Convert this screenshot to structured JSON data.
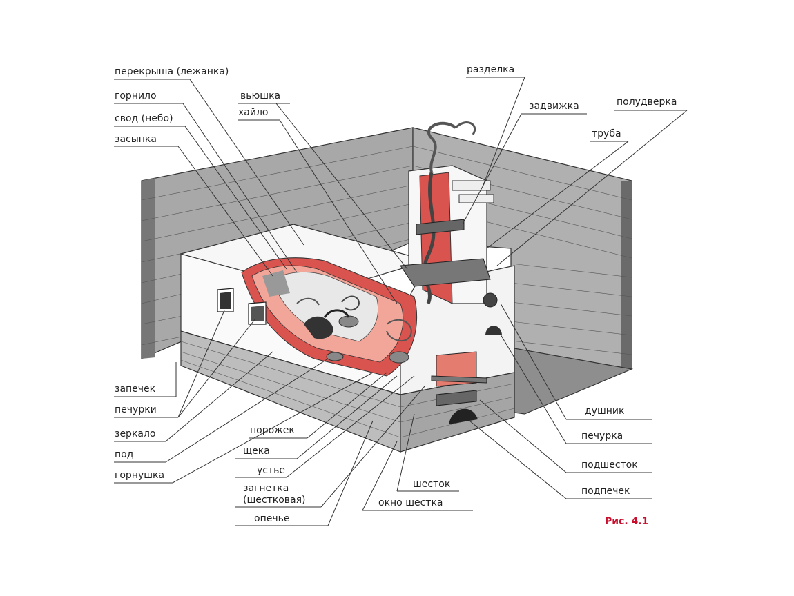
{
  "labels": {
    "perekrysha": "перекрыша (лежанка)",
    "gornilo": "горнило",
    "svod": "свод (небо)",
    "zasypka": "засыпка",
    "vyushka": "вьюшка",
    "khailo": "хайло",
    "razdelka": "разделка",
    "zadvizhka": "задвижка",
    "poludverka": "полудверка",
    "truba": "труба",
    "zapechek": "запечек",
    "pechurki": "печурки",
    "zerkalo": "зеркало",
    "pod": "под",
    "gornushka": "горнушка",
    "porozhek": "порожек",
    "scheka": "щека",
    "ustye": "устье",
    "zagnetka_1": "загнетка",
    "zagnetka_2": "(шестковая)",
    "opechye": "опечье",
    "shestok": "шесток",
    "okno_shestka": "окно шестка",
    "dushnik": "душник",
    "pechurka": "печурка",
    "podshestok": "подшесток",
    "podpechek": "подпечек"
  },
  "figure_caption": "Рис. 4.1",
  "colors": {
    "fire_red": "#d9534f",
    "fire_light": "#f2a69a",
    "wood": "#9a9a9a",
    "caption": "#c8102e"
  }
}
